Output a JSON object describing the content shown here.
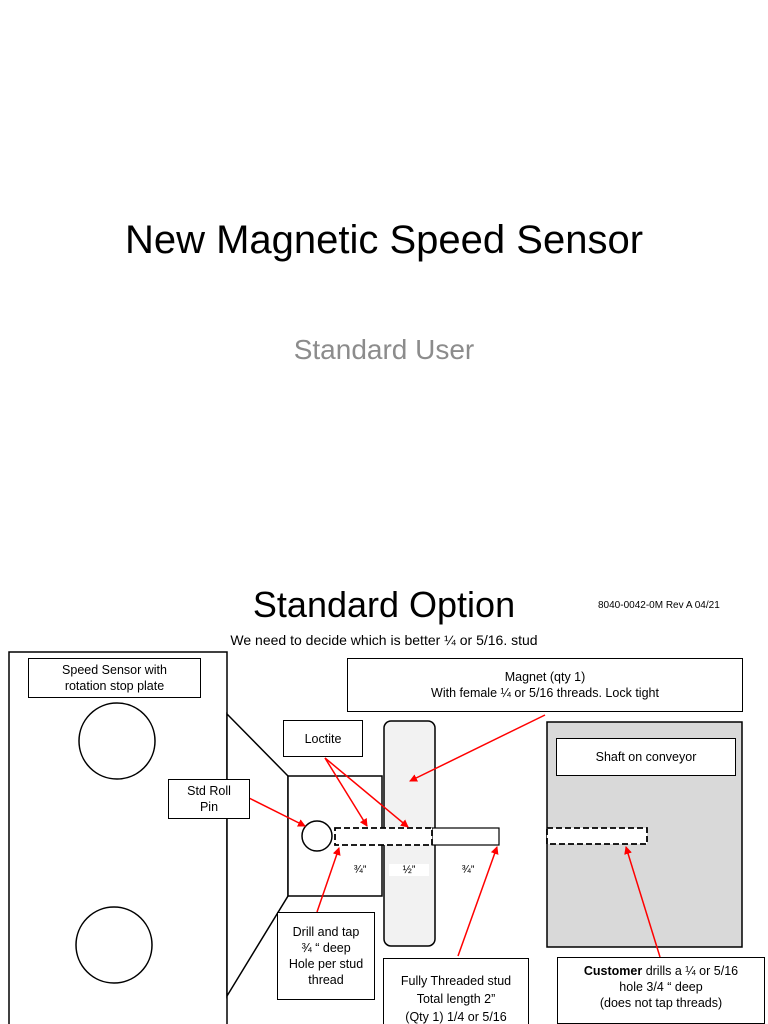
{
  "slide1": {
    "title": "New Magnetic Speed Sensor",
    "subtitle": "Standard User"
  },
  "slide2": {
    "title": "Standard Option",
    "doc_number": "8040-0042-0M Rev A 04/21",
    "question": "We need to decide which is better ¼ or 5/16. stud",
    "labels": {
      "speed_sensor": "Speed Sensor with rotation stop plate",
      "magnet_line1": "Magnet (qty 1)",
      "magnet_line2": "With female ¼ or 5/16 threads. Lock tight",
      "loctite": "Loctite",
      "roll_pin": "Std Roll Pin",
      "shaft": "Shaft on conveyor",
      "drill_tap": "Drill and tap ¾ “ deep Hole per stud thread",
      "stud_line1": "Fully Threaded stud",
      "stud_line2": "Total length 2”",
      "stud_line3": "(Qty 1) 1/4 or 5/16",
      "customer_bold": "Customer",
      "customer_line1": " drills a ¼ or 5/16",
      "customer_line2": "hole 3/4 “ deep",
      "customer_line3": "(does not tap threads)"
    },
    "dimensions": [
      "¾”",
      "½”",
      "¾”"
    ],
    "colors": {
      "arrow": "#ff0000",
      "shaft_fill": "#d9d9d9",
      "magnet_fill": "#f2f2f2"
    }
  }
}
